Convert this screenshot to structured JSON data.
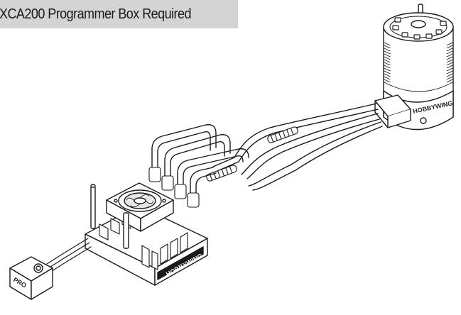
{
  "banner": {
    "title": "XCA200 Programmer Box Required"
  },
  "product": {
    "motor_brand": "HOBBYWING",
    "esc_brand": "HOBBYWING",
    "programmer_mark": "PRO"
  },
  "colors": {
    "banner_bg": "#d4d4d4",
    "line": "#1a1a1a",
    "fill": "#ffffff",
    "shade": "#e6e6e6"
  }
}
